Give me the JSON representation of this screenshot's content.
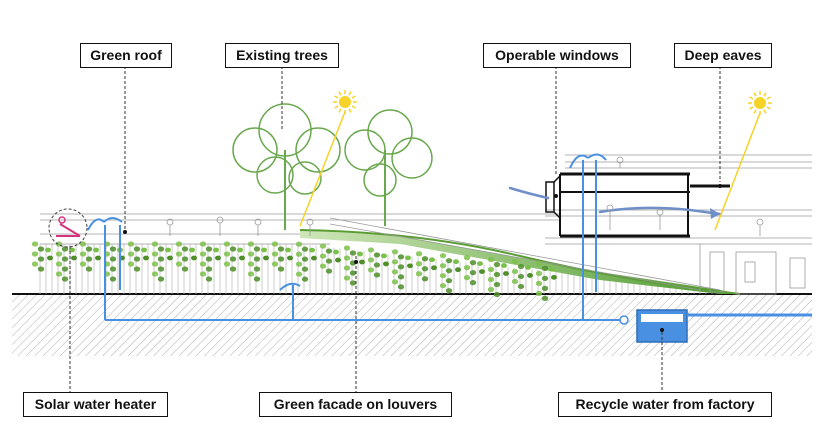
{
  "labels": {
    "green_roof": "Green roof",
    "existing_trees": "Existing trees",
    "operable_windows": "Operable windows",
    "deep_eaves": "Deep eaves",
    "solar_water_heater": "Solar water heater",
    "green_facade": "Green facade on louvers",
    "recycle_water": "Recycle water from factory"
  },
  "colors": {
    "foliage": "#7cbf4a",
    "foliage_dark": "#4e8f2a",
    "water_pipe": "#4a90e2",
    "sun": "#f5d327",
    "solar_heater": "#d6337e",
    "ground_hatch": "#8a8a8a",
    "outline": "#111111"
  },
  "icons": [
    "sun-icon",
    "solar-heater-icon",
    "water-tank-icon",
    "airflow-arrow-icon"
  ]
}
